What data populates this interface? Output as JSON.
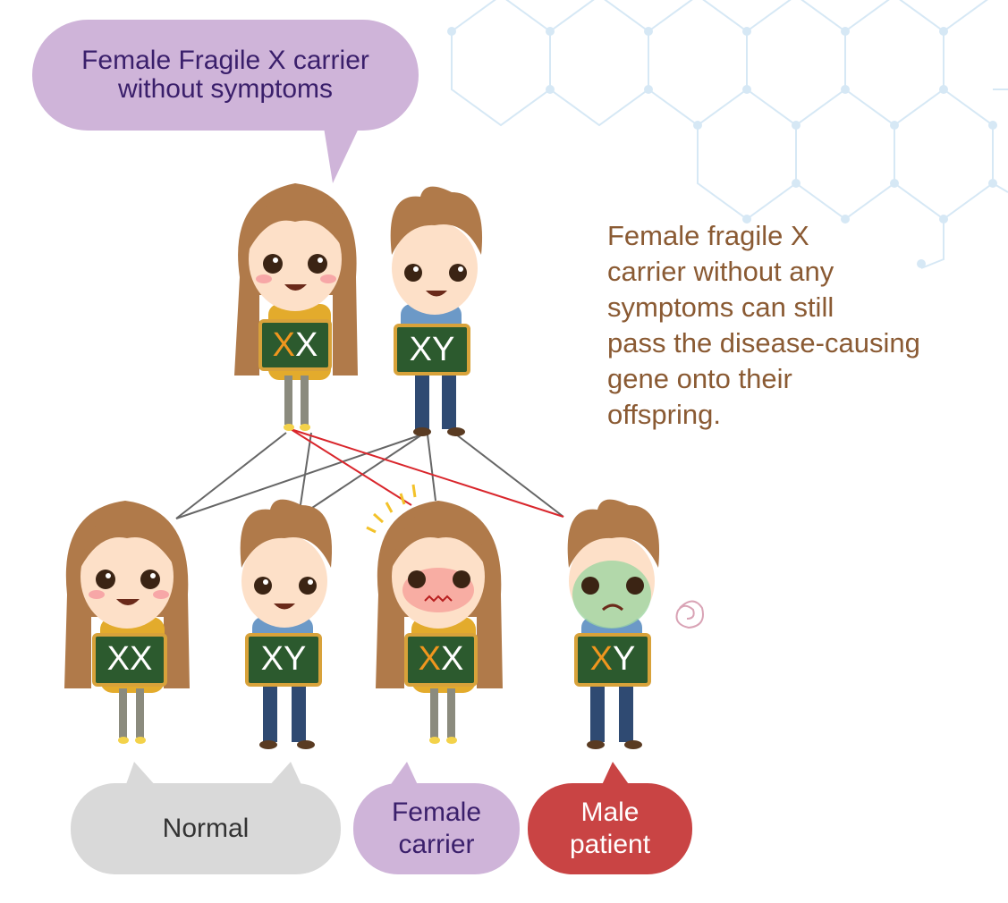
{
  "top_bubble": {
    "line1": "Female Fragile X carrier",
    "line2": "without symptoms"
  },
  "description": {
    "lines": [
      "Female fragile X",
      "carrier without any",
      "symptoms can still",
      "pass the disease-causing",
      "gene onto their",
      "offspring."
    ]
  },
  "parents": {
    "mother_chromosomes": {
      "first": "X",
      "second": "X",
      "first_affected": true
    },
    "father_chromosomes": {
      "first": "X",
      "second": "Y",
      "first_affected": false
    }
  },
  "children": [
    {
      "chromosomes": {
        "first": "X",
        "second": "X",
        "first_affected": false
      }
    },
    {
      "chromosomes": {
        "first": "X",
        "second": "Y",
        "first_affected": false
      }
    },
    {
      "chromosomes": {
        "first": "X",
        "second": "X",
        "first_affected": true
      }
    },
    {
      "chromosomes": {
        "first": "X",
        "second": "Y",
        "first_affected": true
      }
    }
  ],
  "labels": {
    "normal": "Normal",
    "female_carrier_line1": "Female",
    "female_carrier_line2": "carrier",
    "male_patient_line1": "Male",
    "male_patient_line2": "patient"
  },
  "colors": {
    "carrier_bubble": "#cfb4d9",
    "normal_bubble": "#d9d9d9",
    "patient_bubble": "#c94444",
    "affected_chromosome": "#f0961e",
    "inheritance_line_affected": "#d9262c",
    "inheritance_line_normal": "#666666",
    "description_text": "#8a5a33"
  }
}
